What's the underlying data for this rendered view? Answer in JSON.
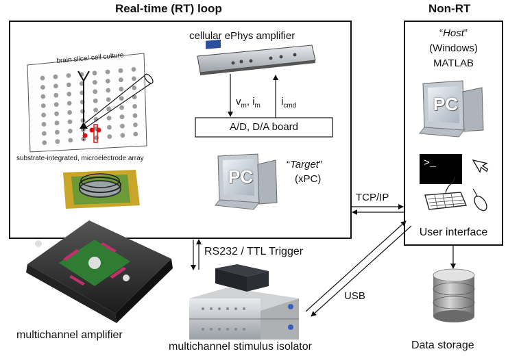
{
  "rt_loop": {
    "title": "Real-time (RT) loop"
  },
  "non_rt": {
    "title": "Non-RT",
    "host_q1": "“",
    "host_word": "Host",
    "host_q2": "”",
    "host_os": "(Windows)",
    "host_app": "MATLAB",
    "ui_label": "User interface",
    "pc_text": "PC",
    "terminal_prompt": ">_"
  },
  "amplifier": {
    "label": "cellular ePhys amplifier"
  },
  "signals": {
    "vm_base": "v",
    "vm_sub": "m",
    "sep": ", ",
    "im_base": "i",
    "im_sub": "m",
    "icmd_base": "i",
    "icmd_sub": "cmd"
  },
  "board": {
    "label": "A/D, D/A board"
  },
  "slice": {
    "label": "brain slice/ cell culture",
    "mea_label": "substrate-integrated, microelectrode array"
  },
  "target": {
    "q1": "“",
    "word": "Target",
    "q2": "”",
    "sub": "(xPC)",
    "pc_text": "PC"
  },
  "links": {
    "tcpip": "TCP/IP",
    "rs232": "RS232 / TTL Trigger",
    "usb": "USB"
  },
  "devices": {
    "mc_amp": "multichannel amplifier",
    "mc_stim": "multichannel stimulus isolator"
  },
  "storage": {
    "label": "Data storage"
  }
}
